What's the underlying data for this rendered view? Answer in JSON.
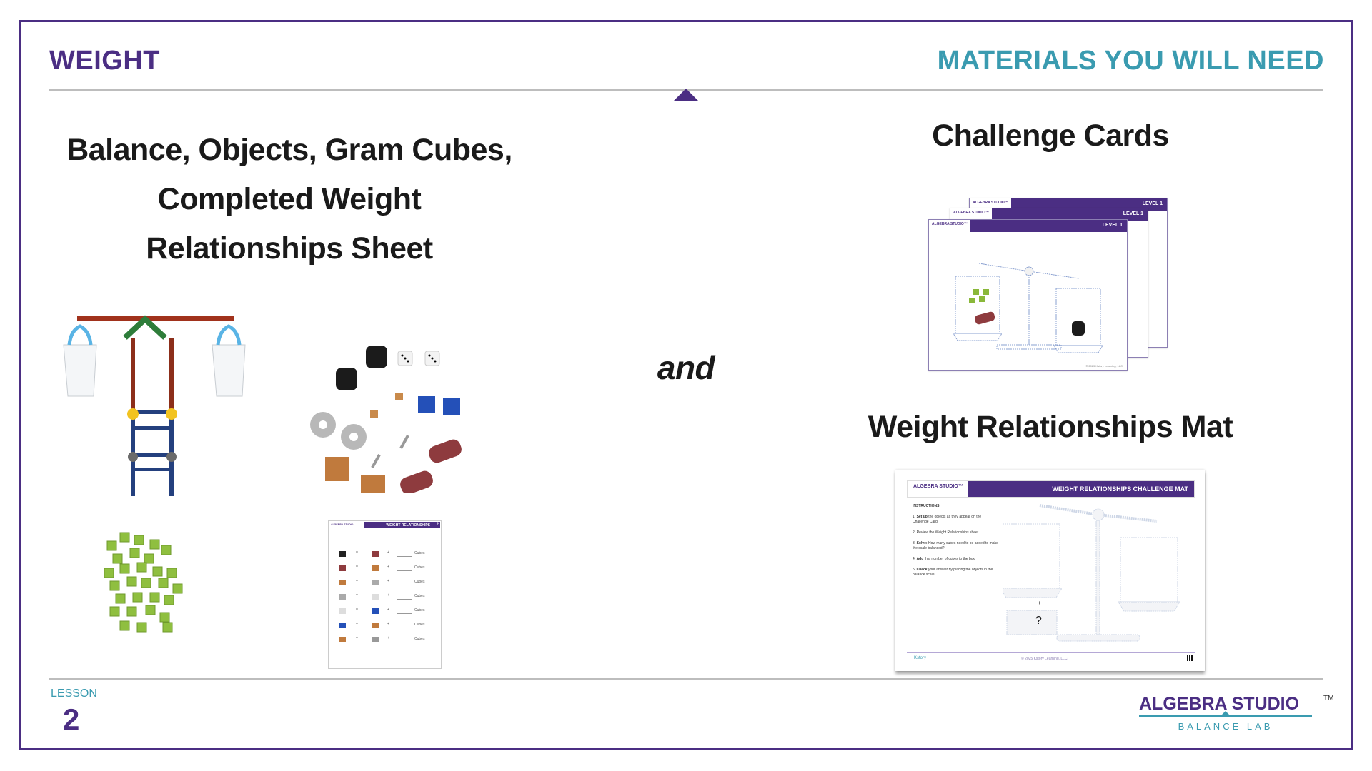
{
  "header": {
    "title": "WEIGHT",
    "materials_heading": "MATERIALS YOU WILL NEED"
  },
  "left": {
    "heading_lines": [
      "Balance, Objects, Gram Cubes,",
      "Completed Weight",
      "Relationships Sheet"
    ]
  },
  "connector": "and",
  "right": {
    "challenge_cards": {
      "title": "Challenge Cards",
      "card_logo": "ALGEBRA STUDIO™",
      "card_level": "LEVEL 1",
      "card_footer": "© 2025 Kstory Learning, LLC"
    },
    "mat": {
      "title": "Weight Relationships Mat",
      "logo": "ALGEBRA STUDIO™",
      "header": "WEIGHT RELATIONSHIPS CHALLENGE MAT",
      "instructions_label": "INSTRUCTIONS",
      "instructions": [
        {
          "bold": "Set up",
          "text": " the objects as they appear on the Challenge Card."
        },
        {
          "bold": "",
          "text": "Review the Weight Relationships sheet."
        },
        {
          "bold": "Solve:",
          "text": " How many cubes need to be added to make the scale balanced?"
        },
        {
          "bold": "Add",
          "text": " that number of cubes to the box."
        },
        {
          "bold": "Check",
          "text": " your answer by placing the objects in the balance scale."
        }
      ],
      "plus": "+",
      "question": "?",
      "footer_brand": "Kstory",
      "footer_copyright": "© 2025 Kstory Learning, LLC"
    }
  },
  "sheet": {
    "logo": "ALGEBRA STUDIO",
    "header": "WEIGHT RELATIONSHIPS",
    "lesson_num": "2",
    "unit_label": "Cubes",
    "equals": "=",
    "plus": "+"
  },
  "footer": {
    "lesson_label": "LESSON",
    "lesson_number": "2"
  },
  "logo": {
    "main": "ALGEBRA STUDIO",
    "tm": "TM",
    "sub": "BALANCE LAB"
  },
  "colors": {
    "purple": "#4b2e83",
    "teal": "#3a9bb0",
    "rule": "#bdbdbd"
  }
}
